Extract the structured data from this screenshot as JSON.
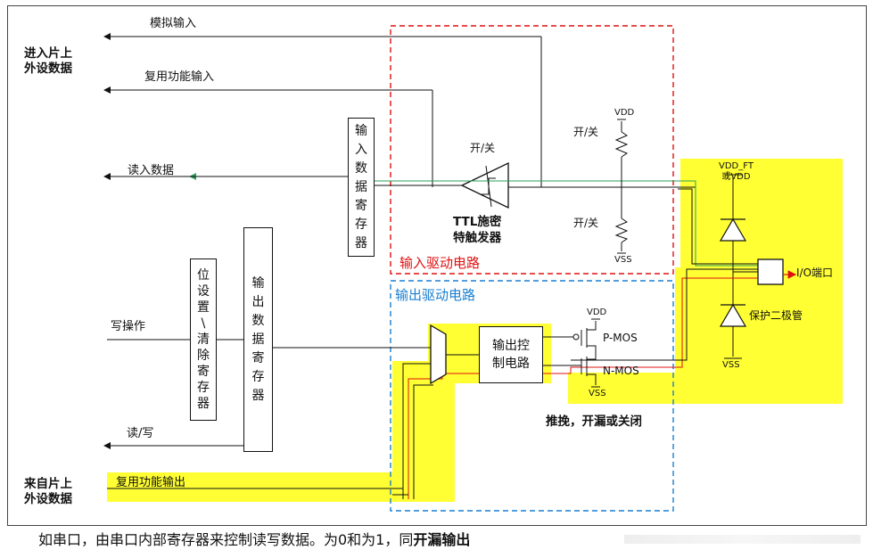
{
  "labels": {
    "to_peripheral_on_chip": [
      "进入片上",
      "外设数据"
    ],
    "from_peripheral_on_chip": [
      "来自片上",
      "外设数据"
    ],
    "analog_input": "模拟输入",
    "alt_function_input": "复用功能输入",
    "read_data": "读入数据",
    "write_op": "写操作",
    "read_write": "读/写",
    "alt_function_output": "复用功能输出",
    "switch_top": "开/关",
    "switch_bottom": "开/关",
    "schmitt_switch": "开/关",
    "schmitt_title": [
      "TTL施密",
      "特触发器"
    ],
    "input_driver": "输入驱动电路",
    "output_driver": "输出驱动电路",
    "vdd": "VDD",
    "vss": "VSS",
    "vdd_ft": [
      "VDD_FT",
      "或VDD"
    ],
    "io_pin": "I/O端口",
    "protect_diode": "保护二极管",
    "pmos": "P-MOS",
    "nmos": "N-MOS",
    "push_pull": "推挽，开漏或关闭",
    "input_data_register": [
      "输",
      "入",
      "数",
      "据",
      "寄",
      "存",
      "器"
    ],
    "output_data_register": [
      "输",
      "出",
      "数",
      "据",
      "寄",
      "存",
      "器"
    ],
    "bit_set_reset_register": [
      "位",
      "设",
      "置",
      "\\",
      "清",
      "除",
      "寄",
      "存",
      "器"
    ],
    "output_control": [
      "输出控",
      "制电路"
    ]
  },
  "caption": {
    "text": "如串口，由串口内部寄存器来控制读写数据。为0和为1，同",
    "bold": "开漏输出"
  },
  "colors": {
    "highlight": "#ffff33",
    "input_box": "#e01010",
    "output_box": "#1a7fd0",
    "green_line": "#2aa05a",
    "red_line": "#e01010"
  }
}
